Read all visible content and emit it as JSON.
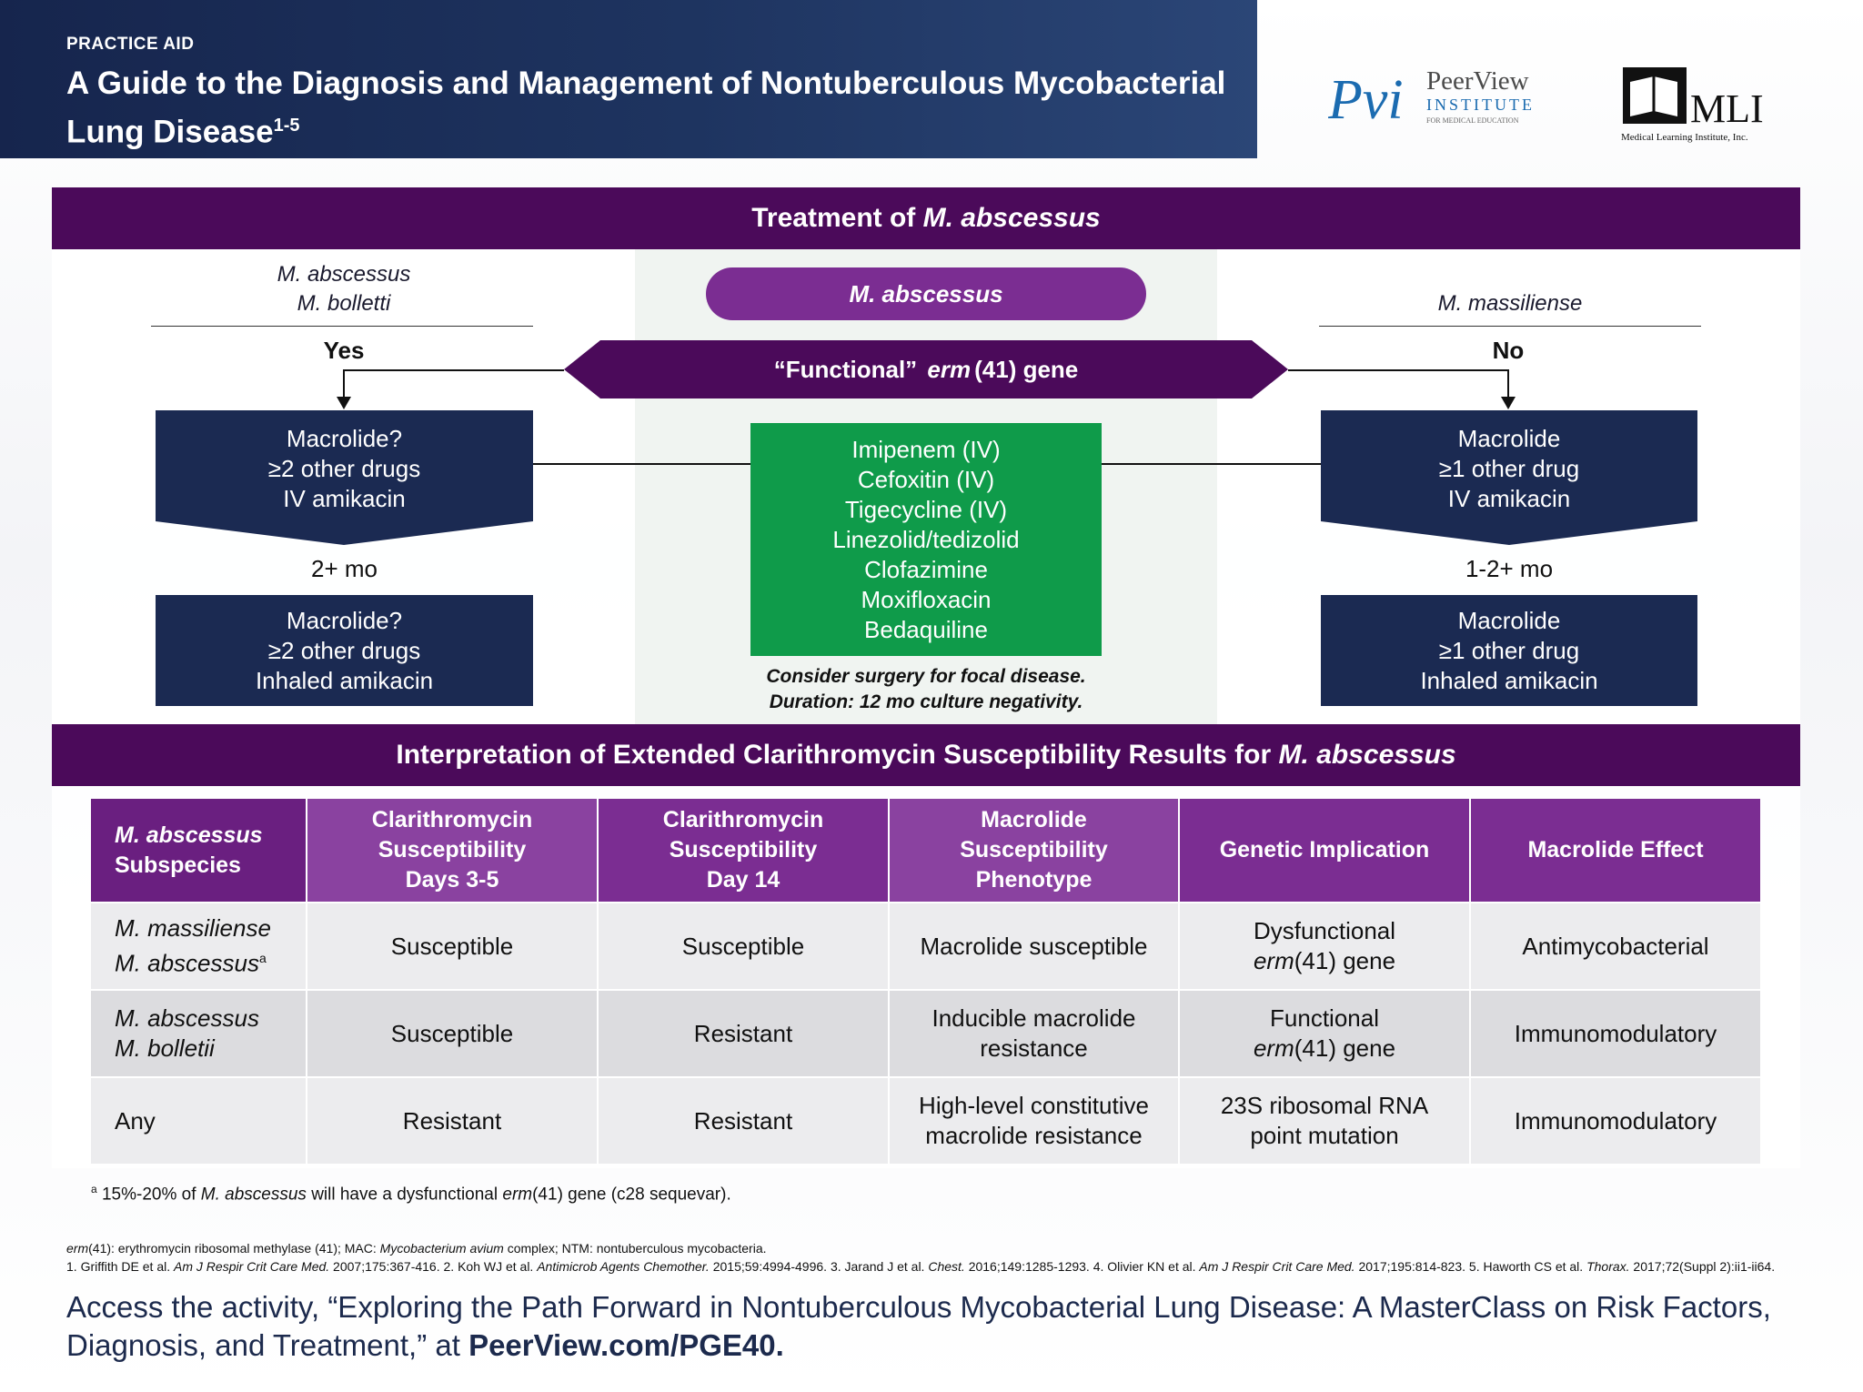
{
  "header": {
    "label": "PRACTICE AID",
    "title": "A Guide to the Diagnosis and Management of Nontuberculous Mycobacterial Lung Disease",
    "title_sup": "1-5"
  },
  "logos": {
    "pvi_mark": "Pvi",
    "pvi_name": "PeerView",
    "pvi_inst": "INSTITUTE",
    "pvi_sub": "FOR MEDICAL EDUCATION",
    "mli_mark": "MLI",
    "mli_sub": "Medical Learning Institute, Inc."
  },
  "treatment": {
    "band_prefix": "Treatment of",
    "band_italic": "M. abscessus",
    "left_subsp_1": "M. abscessus",
    "left_subsp_2": "M. bolletti",
    "right_subsp": "M. massiliense",
    "yes": "Yes",
    "no": "No",
    "pill": "M. abscessus",
    "gene_q": "“Functional”",
    "gene_it": "erm",
    "gene_rest": "(41) gene",
    "left_box1": [
      "Macrolide?",
      "≥2 other drugs",
      "IV amikacin"
    ],
    "left_dur": "2+ mo",
    "left_box2": [
      "Macrolide?",
      "≥2 other drugs",
      "Inhaled amikacin"
    ],
    "right_box1": [
      "Macrolide",
      "≥1 other drug",
      "IV amikacin"
    ],
    "right_dur": "1-2+ mo",
    "right_box2": [
      "Macrolide",
      "≥1 other drug",
      "Inhaled amikacin"
    ],
    "drugs": [
      "Imipenem (IV)",
      "Cefoxitin (IV)",
      "Tigecycline (IV)",
      "Linezolid/tedizolid",
      "Clofazimine",
      "Moxifloxacin",
      "Bedaquiline"
    ],
    "note1": "Consider surgery for focal disease.",
    "note2": "Duration: 12 mo culture negativity."
  },
  "interp": {
    "band_prefix": "Interpretation of Extended Clarithromycin Susceptibility Results for",
    "band_italic": "M. abscessus",
    "headers": [
      [
        "M. abscessus",
        "Subspecies"
      ],
      [
        "Clarithromycin",
        "Susceptibility",
        "Days 3-5"
      ],
      [
        "Clarithromycin",
        "Susceptibility",
        "Day 14"
      ],
      [
        "Macrolide",
        "Susceptibility",
        "Phenotype"
      ],
      [
        "Genetic Implication"
      ],
      [
        "Macrolide Effect"
      ]
    ],
    "rows": [
      {
        "sub1": "M. massiliense",
        "sub2": "M. abscessus",
        "sub2_sup": "a",
        "d35": "Susceptible",
        "d14": "Susceptible",
        "pheno": "Macrolide susceptible",
        "gen1": "Dysfunctional",
        "gen_it": "erm",
        "gen_rest": "(41) gene",
        "effect": "Antimycobacterial"
      },
      {
        "sub1": "M. abscessus",
        "sub2": "M. bolletii",
        "sub2_sup": "",
        "d35": "Susceptible",
        "d14": "Resistant",
        "pheno1": "Inducible macrolide",
        "pheno2": "resistance",
        "gen1": "Functional",
        "gen_it": "erm",
        "gen_rest": "(41) gene",
        "effect": "Immunomodulatory"
      },
      {
        "sub1": "Any",
        "d35": "Resistant",
        "d14": "Resistant",
        "pheno1": "High-level constitutive",
        "pheno2": "macrolide resistance",
        "gen1": "23S ribosomal RNA",
        "gen2": "point mutation",
        "effect": "Immunomodulatory"
      }
    ],
    "footnote_sup": "a",
    "footnote_a": " 15%-20% of ",
    "footnote_it": "M. abscessus",
    "footnote_b": " will have a dysfunctional ",
    "footnote_it2": "erm",
    "footnote_c": "(41) gene (c28 sequevar)."
  },
  "abbrev": {
    "erm": "erm",
    "t1": "(41): erythromycin ribosomal methylase (41); MAC: ",
    "mac": "Mycobacterium avium",
    "t2": " complex; NTM: nontuberculous mycobacteria."
  },
  "refs": {
    "r1a": "1. Griffith DE et al. ",
    "r1j": "Am J Respir Crit Care Med.",
    "r1b": " 2007;175:367-416. 2. Koh WJ et al. ",
    "r2j": "Antimicrob Agents Chemother.",
    "r2b": " 2015;59:4994-4996. 3. Jarand J et al. ",
    "r3j": "Chest.",
    "r3b": " 2016;149:1285-1293. 4. Olivier KN et al. ",
    "r4j": "Am J Respir Crit Care Med.",
    "r4b": " 2017;195:814-823. 5. Haworth CS et al. ",
    "r5j": "Thorax.",
    "r5b": " 2017;72(Suppl 2):ii1-ii64."
  },
  "access": {
    "text": "Access the activity, “Exploring the Path Forward in Nontuberculous Mycobacterial Lung Disease: A MasterClass on Risk Factors, Diagnosis, and Treatment,” at ",
    "link": "PeerView.com/PGE40."
  },
  "colors": {
    "navy": "#1b2a52",
    "purple_band": "#4b0a5a",
    "purple_header": "#7b2d92",
    "green": "#0f9b4a",
    "pvi_blue": "#1b6bb0"
  }
}
